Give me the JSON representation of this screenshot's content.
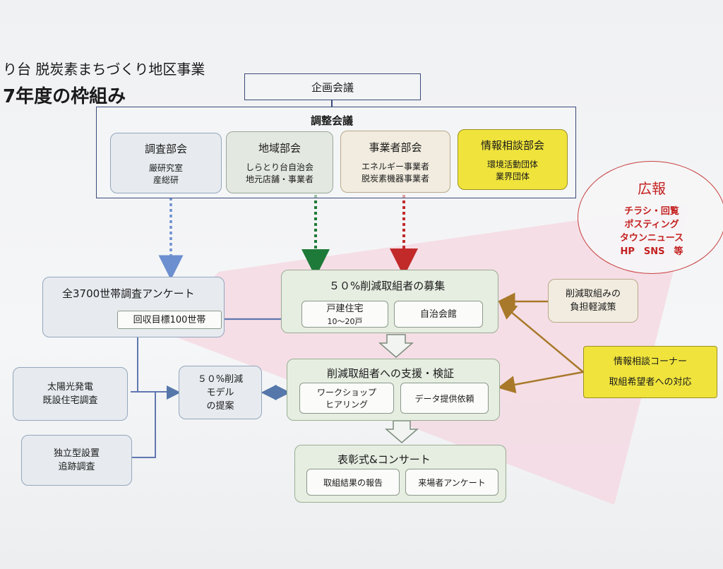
{
  "header": {
    "line1": "り台 脱炭素まちづくり地区事業",
    "line2": "7年度の枠組み"
  },
  "kikaku": "企画会議",
  "chousei": {
    "title": "調整会議",
    "units": [
      {
        "title": "調査部会",
        "lines": [
          "厳研究室",
          "産総研"
        ]
      },
      {
        "title": "地域部会",
        "lines": [
          "しらとり台自治会",
          "地元店舗・事業者"
        ]
      },
      {
        "title": "事業者部会",
        "lines": [
          "エネルギー事業者",
          "脱炭素機器事業者"
        ]
      },
      {
        "title": "情報相談部会",
        "lines": [
          "環境活動団体",
          "業界団体"
        ]
      }
    ]
  },
  "kouhou": {
    "title": "広報",
    "lines": [
      "チラシ・回覧",
      "ポスティング",
      "タウンニュース",
      "HP　SNS　等"
    ]
  },
  "survey": {
    "title": "全3700世帯調査アンケート",
    "sub": "回収目標100世帯"
  },
  "solar": [
    "太陽光発電",
    "既設住宅調査"
  ],
  "independent": [
    "独立型設置",
    "追跡調査"
  ],
  "model": [
    "５０%削減",
    "モデル",
    "の提案"
  ],
  "recruit": {
    "title": "５０%削減取組者の募集",
    "house": "戸建住宅",
    "house_sub": "10～20戸",
    "hall": "自治会館"
  },
  "support": {
    "title": "削減取組者への支援・検証",
    "ws1": "ワークショップ",
    "ws2": "ヒアリング",
    "data": "データ提供依頼"
  },
  "award": {
    "title": "表彰式&コンサート",
    "report": "取組結果の報告",
    "visitor": "来場者アンケート"
  },
  "burden": [
    "削減取組みの",
    "負担軽減策"
  ],
  "info_corner": {
    "title": "情報相談コーナー",
    "sub": "取組希望者への対応"
  }
}
